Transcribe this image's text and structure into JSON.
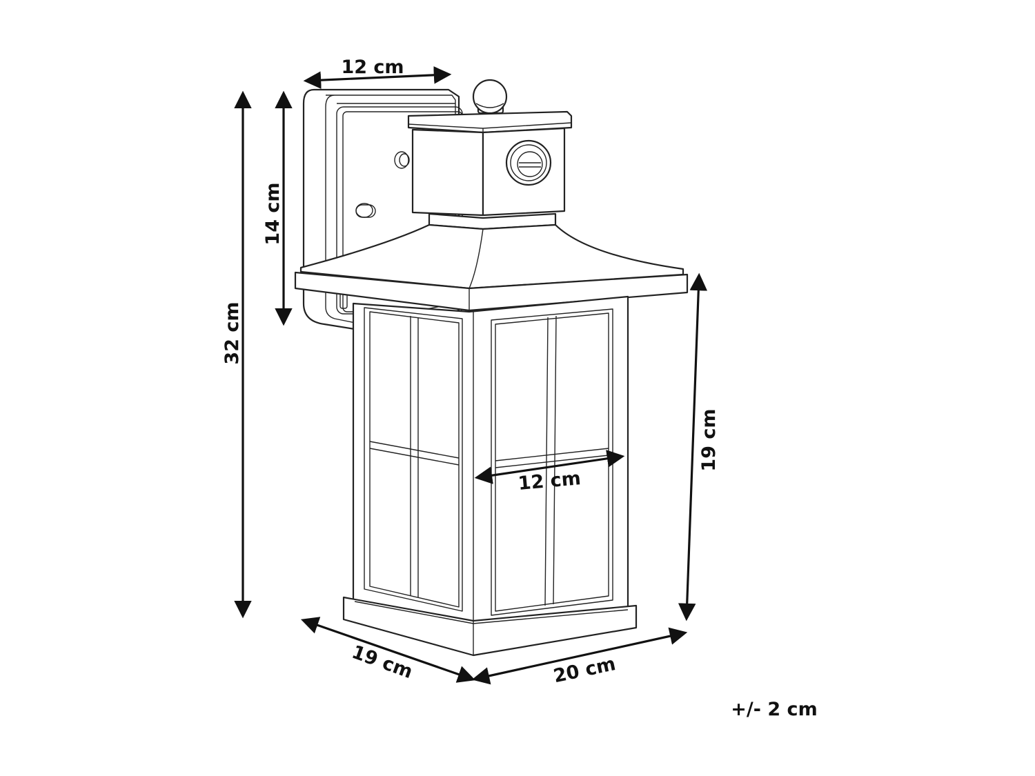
{
  "dimensions": {
    "mount_width": "12 cm",
    "mount_height": "14 cm",
    "total_height": "32 cm",
    "body_height": "19 cm",
    "inner_width": "12 cm",
    "base_depth": "19 cm",
    "base_width": "20 cm"
  },
  "tolerance": "+/- 2 cm",
  "icons": [
    "wall-lantern-drawing",
    "motion-sensor-icon",
    "arrow-marker-icon"
  ],
  "colors": {
    "line": "#222222",
    "background": "#ffffff"
  }
}
